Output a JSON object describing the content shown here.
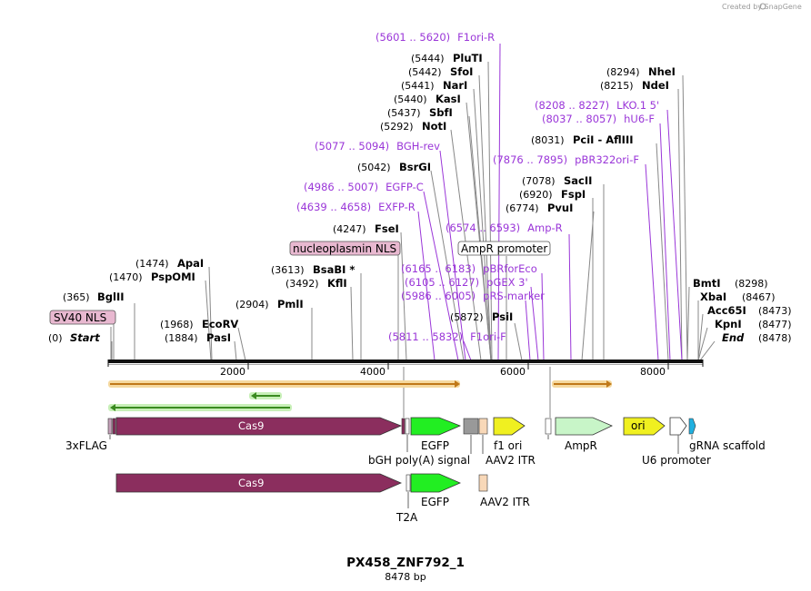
{
  "credit": "Created by SnapGene",
  "title": "PX458_ZNF792_1",
  "length_label": "8478 bp",
  "axis": {
    "ticks": [
      "2000",
      "4000",
      "6000",
      "8000"
    ]
  },
  "sites": [
    {
      "pos": "(0)",
      "name": "Start"
    },
    {
      "pos": "(365)",
      "name": "BglII"
    },
    {
      "pos": "(1474)",
      "name": "ApaI"
    },
    {
      "pos": "(1470)",
      "name": "PspOMI"
    },
    {
      "pos": "(1968)",
      "name": "EcoRV"
    },
    {
      "pos": "(1884)",
      "name": "PasI"
    },
    {
      "pos": "(2904)",
      "name": "PmlI"
    },
    {
      "pos": "(3613)",
      "name": "BsaBI *"
    },
    {
      "pos": "(3492)",
      "name": "KflI"
    },
    {
      "pos": "(4247)",
      "name": "FseI"
    },
    {
      "pos": "(5042)",
      "name": "BsrGI"
    },
    {
      "pos": "(5292)",
      "name": "NotI"
    },
    {
      "pos": "(5437)",
      "name": "SbfI"
    },
    {
      "pos": "(5440)",
      "name": "KasI"
    },
    {
      "pos": "(5441)",
      "name": "NarI"
    },
    {
      "pos": "(5442)",
      "name": "SfoI"
    },
    {
      "pos": "(5444)",
      "name": "PluTI"
    },
    {
      "pos": "(5872)",
      "name": "PsiI"
    },
    {
      "pos": "(6774)",
      "name": "PvuI"
    },
    {
      "pos": "(6920)",
      "name": "FspI"
    },
    {
      "pos": "(7078)",
      "name": "SacII"
    },
    {
      "pos": "(8031)",
      "name": "PciI  -  AflIII"
    },
    {
      "pos": "(8215)",
      "name": "NdeI"
    },
    {
      "pos": "(8294)",
      "name": "NheI"
    },
    {
      "pos": "(8298)",
      "name": "BmtI"
    },
    {
      "pos": "(8467)",
      "name": "XbaI"
    },
    {
      "pos": "(8473)",
      "name": "Acc65I"
    },
    {
      "pos": "(8477)",
      "name": "KpnI"
    },
    {
      "pos": "(8478)",
      "name": "End"
    }
  ],
  "primers": [
    {
      "range": "(5601 .. 5620)",
      "name": "F1ori-R"
    },
    {
      "range": "(5077 .. 5094)",
      "name": "BGH-rev"
    },
    {
      "range": "(4986 .. 5007)",
      "name": "EGFP-C"
    },
    {
      "range": "(4639 .. 4658)",
      "name": "EXFP-R"
    },
    {
      "range": "(6574 .. 6593)",
      "name": "Amp-R"
    },
    {
      "range": "(6165 .. 6183)",
      "name": "pBRforEco"
    },
    {
      "range": "(6105 .. 6127)",
      "name": "pGEX 3'"
    },
    {
      "range": "(5986 .. 6005)",
      "name": "pRS-marker"
    },
    {
      "range": "(5811 .. 5832)",
      "name": "F1ori-F"
    },
    {
      "range": "(8208 .. 8227)",
      "name": "LKO.1 5'"
    },
    {
      "range": "(8037 .. 8057)",
      "name": "hU6-F"
    },
    {
      "range": "(7876 .. 7895)",
      "name": "pBR322ori-F"
    }
  ],
  "boxed_labels": {
    "sv40_nls": "SV40 NLS",
    "nucleoplasmin_nls": "nucleoplasmin NLS",
    "ampr_promoter": "AmpR promoter"
  },
  "features": {
    "cas9_label": "Cas9",
    "cas9_label_2": "Cas9",
    "flag": "3xFLAG",
    "bgh": "bGH poly(A) signal",
    "egfp": "EGFP",
    "egfp_2": "EGFP",
    "f1ori": "f1 ori",
    "aav2_itr": "AAV2 ITR",
    "aav2_itr_2": "AAV2 ITR",
    "ampr": "AmpR",
    "ori_inner": "ori",
    "u6": "U6 promoter",
    "grna": "gRNA scaffold",
    "t2a": "T2A"
  },
  "colors": {
    "cas9": "#8b2e5e",
    "egfp": "#22ee22",
    "f1ori": "#f0f020",
    "ori": "#f0f020",
    "ampr": "#c8f5c8",
    "aav2_itr": "#f8d8b8",
    "primer": "#9a36d8",
    "orf_orange": "#e8a030",
    "orf_green": "#60c040",
    "grna": "#20b0e0",
    "nls_box": "#e8b8d0"
  }
}
